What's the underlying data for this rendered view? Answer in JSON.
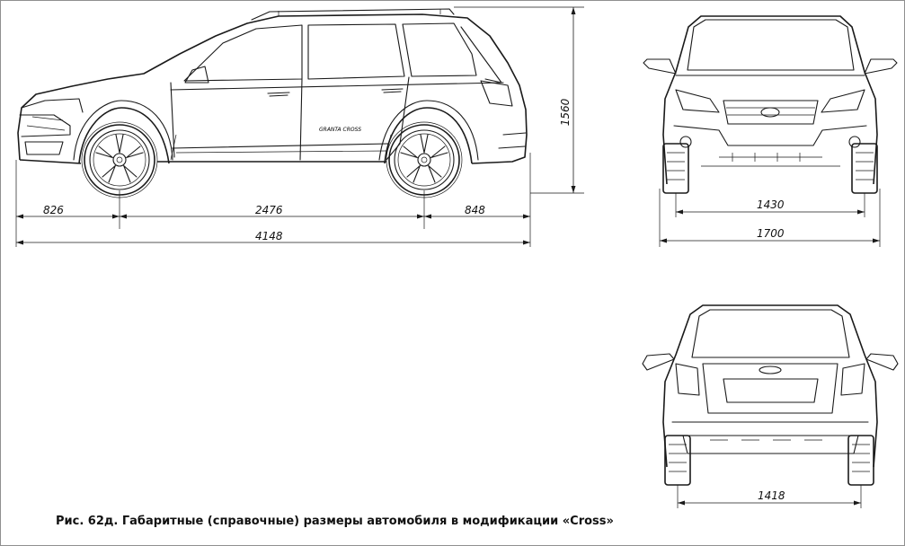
{
  "figure": {
    "caption": "Рис. 62д. Габаритные (справочные) размеры автомобиля в модификации «Cross»"
  },
  "side_view": {
    "badge": "GRANTA CROSS",
    "dimensions": {
      "front_overhang": "826",
      "wheelbase": "2476",
      "rear_overhang": "848",
      "overall_length": "4148",
      "height": "1560"
    }
  },
  "front_view": {
    "dimensions": {
      "front_track": "1430",
      "overall_width": "1700"
    }
  },
  "rear_view": {
    "dimensions": {
      "rear_track": "1418"
    }
  }
}
